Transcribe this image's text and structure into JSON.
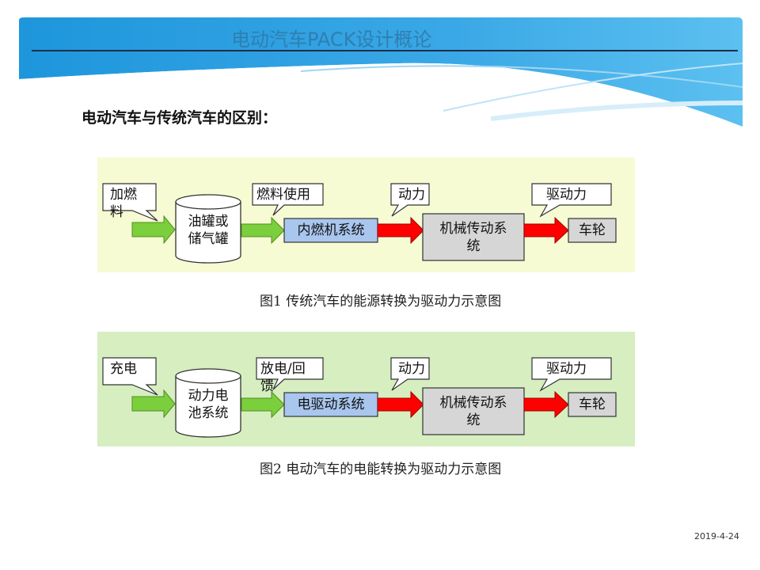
{
  "slide": {
    "title": "电动汽车PACK设计概论",
    "heading": "电动汽车与传统汽车的区别：",
    "date": "2019-4-24"
  },
  "figure1": {
    "callout_refuel": "加燃料",
    "tank": [
      "油罐或",
      "储气罐"
    ],
    "callout_fuel_use": "燃料使用",
    "engine_system": "内燃机系统",
    "callout_power": "动力",
    "transmission": [
      "机械传动系",
      "统"
    ],
    "callout_drive": "驱动力",
    "wheels": "车轮",
    "caption": "图1  传统汽车的能源转换为驱动力示意图"
  },
  "figure2": {
    "callout_charge": "充电",
    "battery": [
      "动力电",
      "池系统"
    ],
    "callout_discharge": "放电/回馈",
    "motor_system": "电驱动系统",
    "callout_power": "动力",
    "transmission": [
      "机械传动系",
      "统"
    ],
    "callout_drive": "驱动力",
    "wheels": "车轮",
    "caption": "图2  电动汽车的电能转换为驱动力示意图"
  },
  "colors": {
    "header_blue": "#2b9fe0",
    "title_blue": "#2f7fb0",
    "panel1_bg": "#f7fbd3",
    "panel2_bg": "#d6eec0",
    "green_arrow": "#7ccf3c",
    "red_arrow": "#ff0000",
    "engine_box": "#a9c6ee",
    "gray_box": "#d6d6d6"
  }
}
